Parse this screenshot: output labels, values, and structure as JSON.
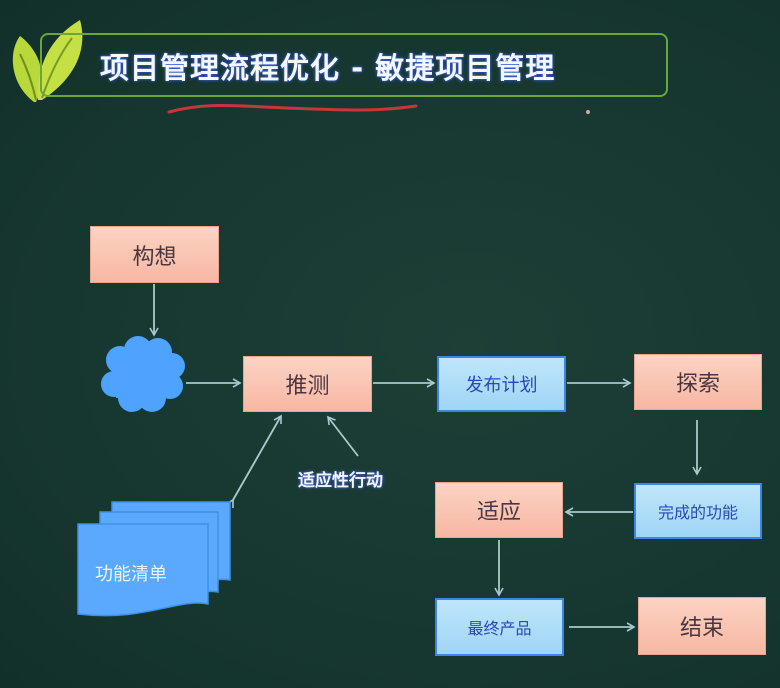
{
  "header": {
    "title": "项目管理流程优化 - 敏捷项目管理",
    "logo_icon": "green-leaf-icon",
    "accent_color": "#6aa63c",
    "underline_color": "#c8353a"
  },
  "diagram": {
    "nodes": {
      "concept": {
        "label": "构想",
        "style": "pink"
      },
      "cloud": {
        "label": "",
        "icon": "cloud-icon",
        "color": "#4da3ff"
      },
      "speculate": {
        "label": "推测",
        "style": "pink"
      },
      "release_plan": {
        "label": "发布计划",
        "style": "blue"
      },
      "explore": {
        "label": "探索",
        "style": "pink"
      },
      "completed_features": {
        "label": "完成的功能",
        "style": "blue"
      },
      "adapt": {
        "label": "适应",
        "style": "pink"
      },
      "final_product": {
        "label": "最终产品",
        "style": "blue"
      },
      "end": {
        "label": "结束",
        "style": "pink"
      },
      "feature_list": {
        "label": "功能清单",
        "style": "document-stack"
      }
    },
    "labels": {
      "adaptive_action": "适应性行动"
    },
    "edges": [
      {
        "from": "构想",
        "to": "cloud"
      },
      {
        "from": "cloud",
        "to": "推测"
      },
      {
        "from": "推测",
        "to": "发布计划"
      },
      {
        "from": "发布计划",
        "to": "探索"
      },
      {
        "from": "探索",
        "to": "完成的功能"
      },
      {
        "from": "完成的功能",
        "to": "适应"
      },
      {
        "from": "适应",
        "to": "最终产品"
      },
      {
        "from": "最终产品",
        "to": "结束"
      },
      {
        "from": "功能清单",
        "to": "推测",
        "bidirectional": true
      },
      {
        "from": "适应性行动",
        "to": "推测"
      }
    ],
    "colors": {
      "pink_fill": "#f9c4b2",
      "blue_fill": "#afddf8",
      "blue_border": "#3d86e4",
      "arrow": "#a9c9cc",
      "background": "#173831"
    }
  }
}
